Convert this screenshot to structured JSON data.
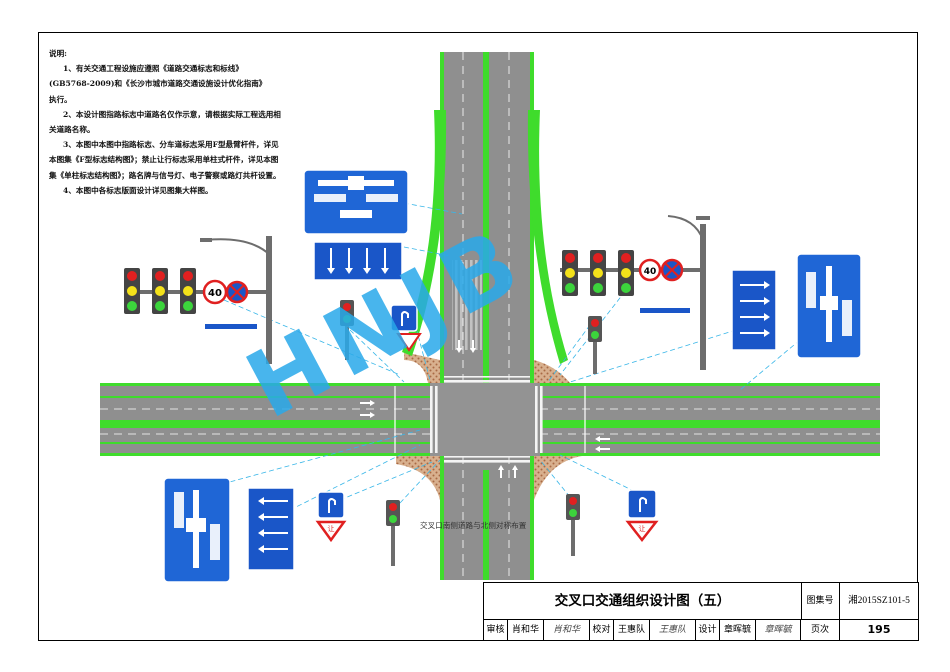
{
  "notes": {
    "heading": "说明:",
    "lines": [
      {
        "text": "1、有关交通工程设施应遵照《道路交通标志和标线》",
        "indent": true
      },
      {
        "text": "(GB5768-2009)和《长沙市城市道路交通设施设计优化指南》",
        "indent": false
      },
      {
        "text": "执行。",
        "indent": false
      },
      {
        "text": "2、本设计图指路标志中道路名仅作示意，请根据实际工程选用相",
        "indent": true
      },
      {
        "text": "关道路名称。",
        "indent": false
      },
      {
        "text": "3、本图中本图中指路标志、分车道标志采用F型悬臂杆件，详见",
        "indent": true
      },
      {
        "text": "本图集《F型标志结构图》；禁止让行标志采用单柱式杆件，详见本图",
        "indent": false
      },
      {
        "text": "集《单柱标志结构图》；路名牌与信号灯、电子警察或路灯共杆设置。",
        "indent": false
      },
      {
        "text": "4、本图中各标志版面设计详见图集大样图。",
        "indent": true
      }
    ]
  },
  "watermark": "HNJB",
  "caption": "交叉口南侧道路与北侧对称布置",
  "signs": {
    "speed_limit": "40",
    "yield_text": "让"
  },
  "title_block": {
    "title": "交叉口交通组织设计图（五）",
    "set_label": "图集号",
    "set_no": "湘2015SZ101-5",
    "review_label": "审核",
    "reviewer": "肖和华",
    "reviewer_sig": "肖和华",
    "check_label": "校对",
    "checker": "王惠队",
    "checker_sig": "王惠队",
    "design_label": "设计",
    "designer": "章晖毓",
    "designer_sig": "章晖毓",
    "page_label": "页次",
    "page_no": "195"
  },
  "colors": {
    "road": "#8f8f8f",
    "green_median": "#3fdc2c",
    "sign_blue": "#1a56c8",
    "guide_blue": "#1f66d6",
    "watermark": "#29a9ea",
    "leader": "#38b6e8",
    "pattern": "#c8906b"
  }
}
